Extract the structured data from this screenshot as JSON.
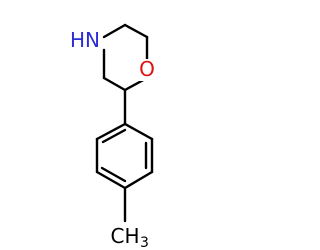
{
  "molecule": {
    "atoms": {
      "nitrogen": {
        "label": "HN",
        "color": "#2d2dd8"
      },
      "oxygen": {
        "label": "O",
        "color": "#e01010"
      },
      "methyl": {
        "label": "CH",
        "subscript": "3",
        "color": "#000000"
      }
    },
    "bond_color": "#000000"
  }
}
